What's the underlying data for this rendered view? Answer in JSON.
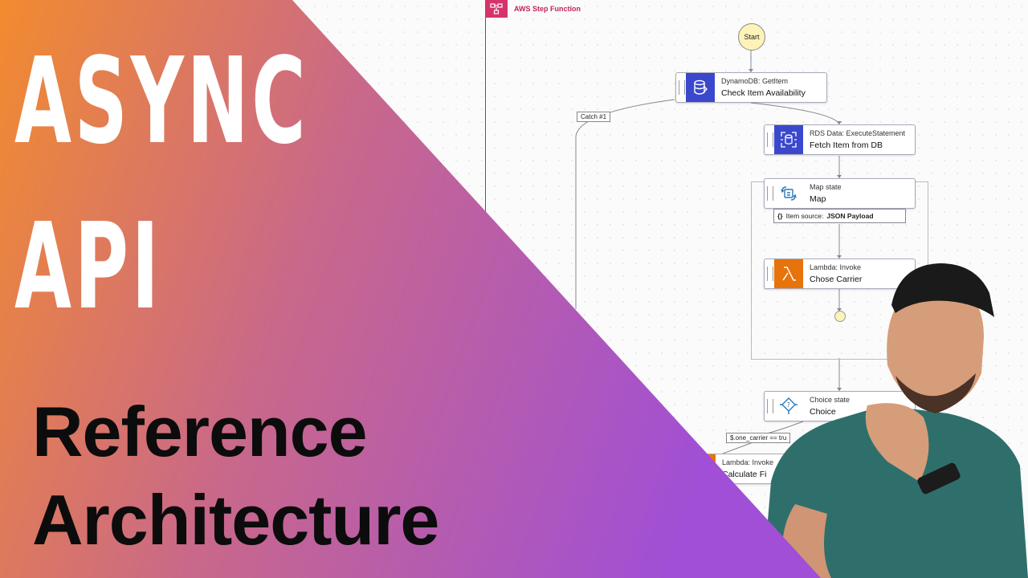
{
  "header": {
    "title": "AWS Step Function"
  },
  "workflow": {
    "start_label": "Start",
    "catch_label": "Catch #1",
    "states": [
      {
        "type": "DynamoDB: GetItem",
        "name": "Check Item Availability",
        "icon": "dynamodb-icon",
        "color": "#3b48cc"
      },
      {
        "type": "RDS Data: ExecuteStatement",
        "name": "Fetch Item from DB",
        "icon": "rds-icon",
        "color": "#3b48cc"
      },
      {
        "type": "Map state",
        "name": "Map",
        "icon": "map-state-icon",
        "color": "#ffffff"
      },
      {
        "type": "Lambda: Invoke",
        "name": "Chose Carrier",
        "icon": "lambda-icon",
        "color": "#e7730b"
      },
      {
        "type": "Choice state",
        "name": "Choice",
        "icon": "choice-state-icon",
        "color": "#ffffff"
      },
      {
        "type": "Lambda: Invoke",
        "name": "Calculate Fi",
        "icon": "lambda-icon",
        "color": "#e7730b"
      }
    ],
    "item_source": {
      "label": "Item source:",
      "value": "JSON Payload"
    },
    "choice_rule": "$.one_carrier == tru"
  },
  "overlay": {
    "title_line1": "ASYNC",
    "title_line2": "API",
    "subtitle_line1": "Reference",
    "subtitle_line2": "Architecture",
    "gradient": [
      "#f28b2f",
      "#c9688a",
      "#a04fd6"
    ]
  }
}
